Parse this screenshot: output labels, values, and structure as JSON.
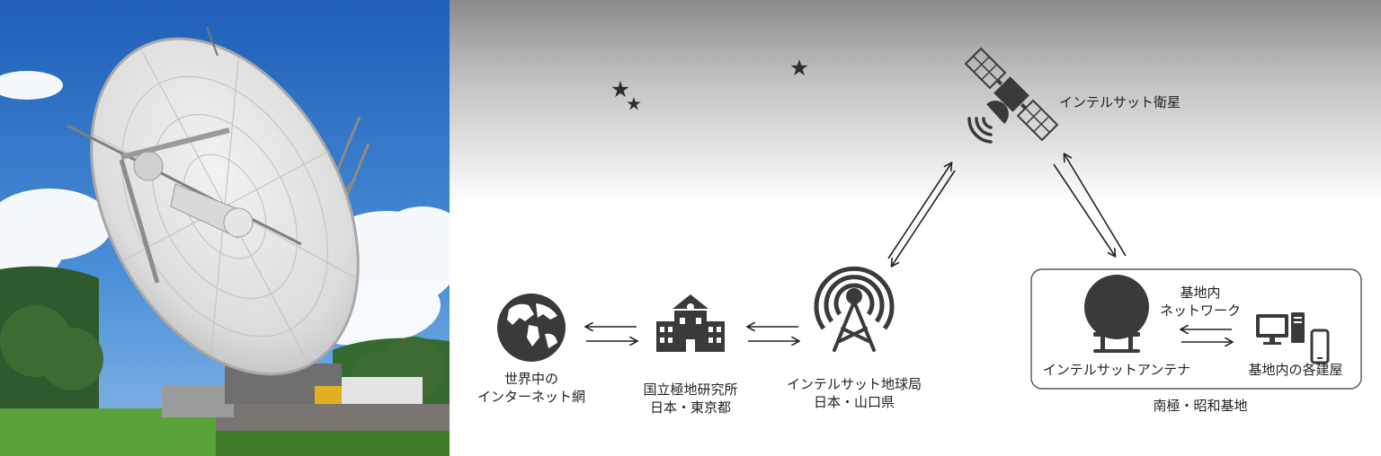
{
  "satellite": {
    "label": "インテルサット衛星"
  },
  "nodes": {
    "internet": {
      "line1": "世界中の",
      "line2": "インターネット網"
    },
    "nipr": {
      "line1": "国立極地研究所",
      "line2": "日本・東京都"
    },
    "ground_station": {
      "line1": "インテルサット地球局",
      "line2": "日本・山口県"
    },
    "antenna": {
      "label": "インテルサットアンテナ"
    },
    "buildings": {
      "label": "基地内の各建屋"
    }
  },
  "base_network": {
    "line1": "基地内",
    "line2": "ネットワーク"
  },
  "base_name": "南極・昭和基地",
  "icons": [
    "globe-icon",
    "building-icon",
    "broadcast-tower-icon",
    "satellite-icon",
    "radome-icon",
    "computer-icon",
    "phone-icon",
    "star-icon"
  ],
  "colors": {
    "icon": "#3a3a3a",
    "sky_top": "#888888",
    "sky_bottom": "#ffffff",
    "photo_sky": "#2f73c6"
  }
}
